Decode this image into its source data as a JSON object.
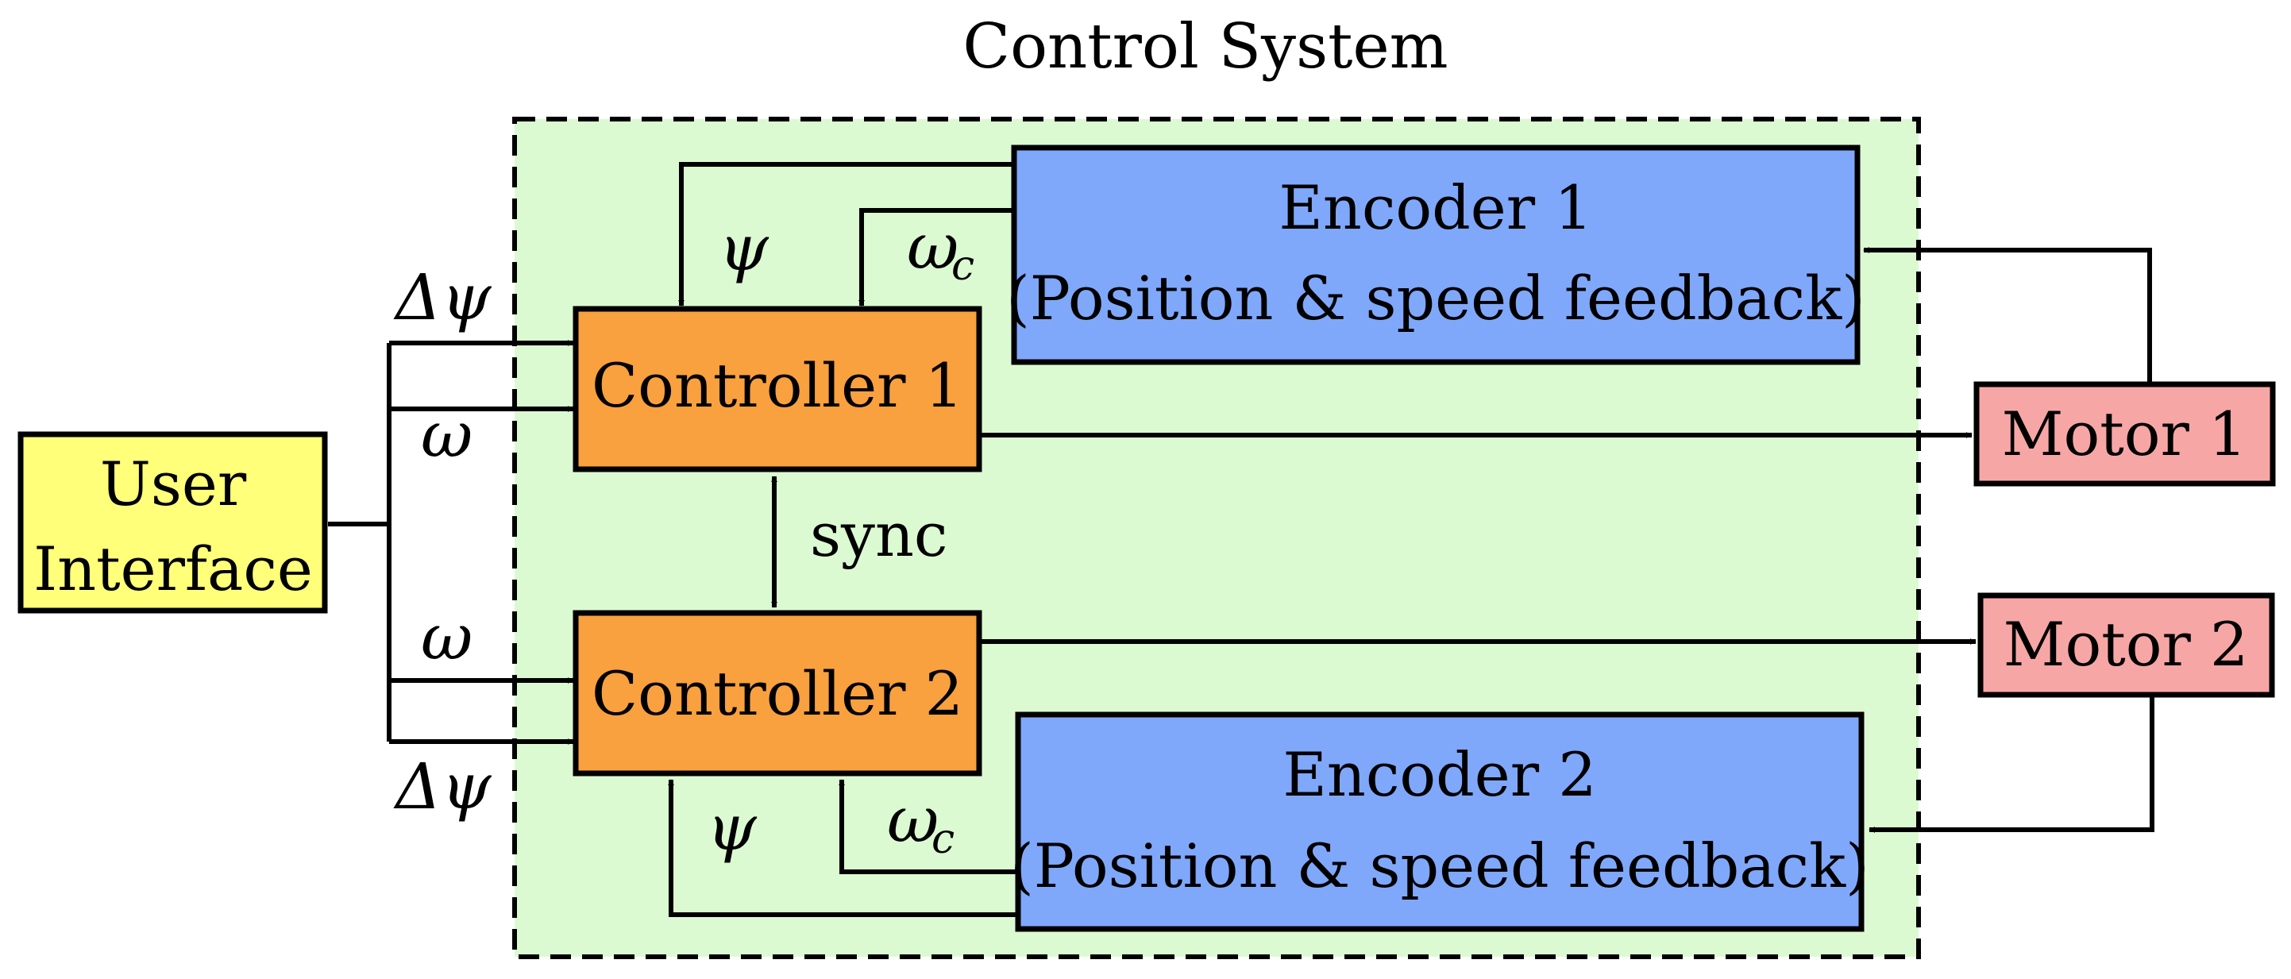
{
  "title": "Control System",
  "blocks": {
    "user_interface": {
      "line1": "User",
      "line2": "Interface",
      "color": "#ffff7a"
    },
    "controller1": {
      "label": "Controller 1",
      "color": "#f9a03f"
    },
    "controller2": {
      "label": "Controller 2",
      "color": "#f9a03f"
    },
    "encoder1": {
      "line1": "Encoder 1",
      "line2": "(Position & speed feedback)",
      "color": "#7fa8fb"
    },
    "encoder2": {
      "line1": "Encoder 2",
      "line2": "(Position & speed feedback)",
      "color": "#7fa8fb"
    },
    "motor1": {
      "label": "Motor 1",
      "color": "#f7a6a6"
    },
    "motor2": {
      "label": "Motor 2",
      "color": "#f7a6a6"
    }
  },
  "container_color": "#dcfad2",
  "signals": {
    "delta_psi_top": "Δψ",
    "omega_top": "ω",
    "omega_bottom": "ω",
    "delta_psi_bottom": "Δψ",
    "psi_enc1": "ψ",
    "omega_c_enc1": {
      "base": "ω",
      "sub": "c"
    },
    "psi_enc2": "ψ",
    "omega_c_enc2": {
      "base": "ω",
      "sub": "c"
    },
    "sync": "sync"
  }
}
